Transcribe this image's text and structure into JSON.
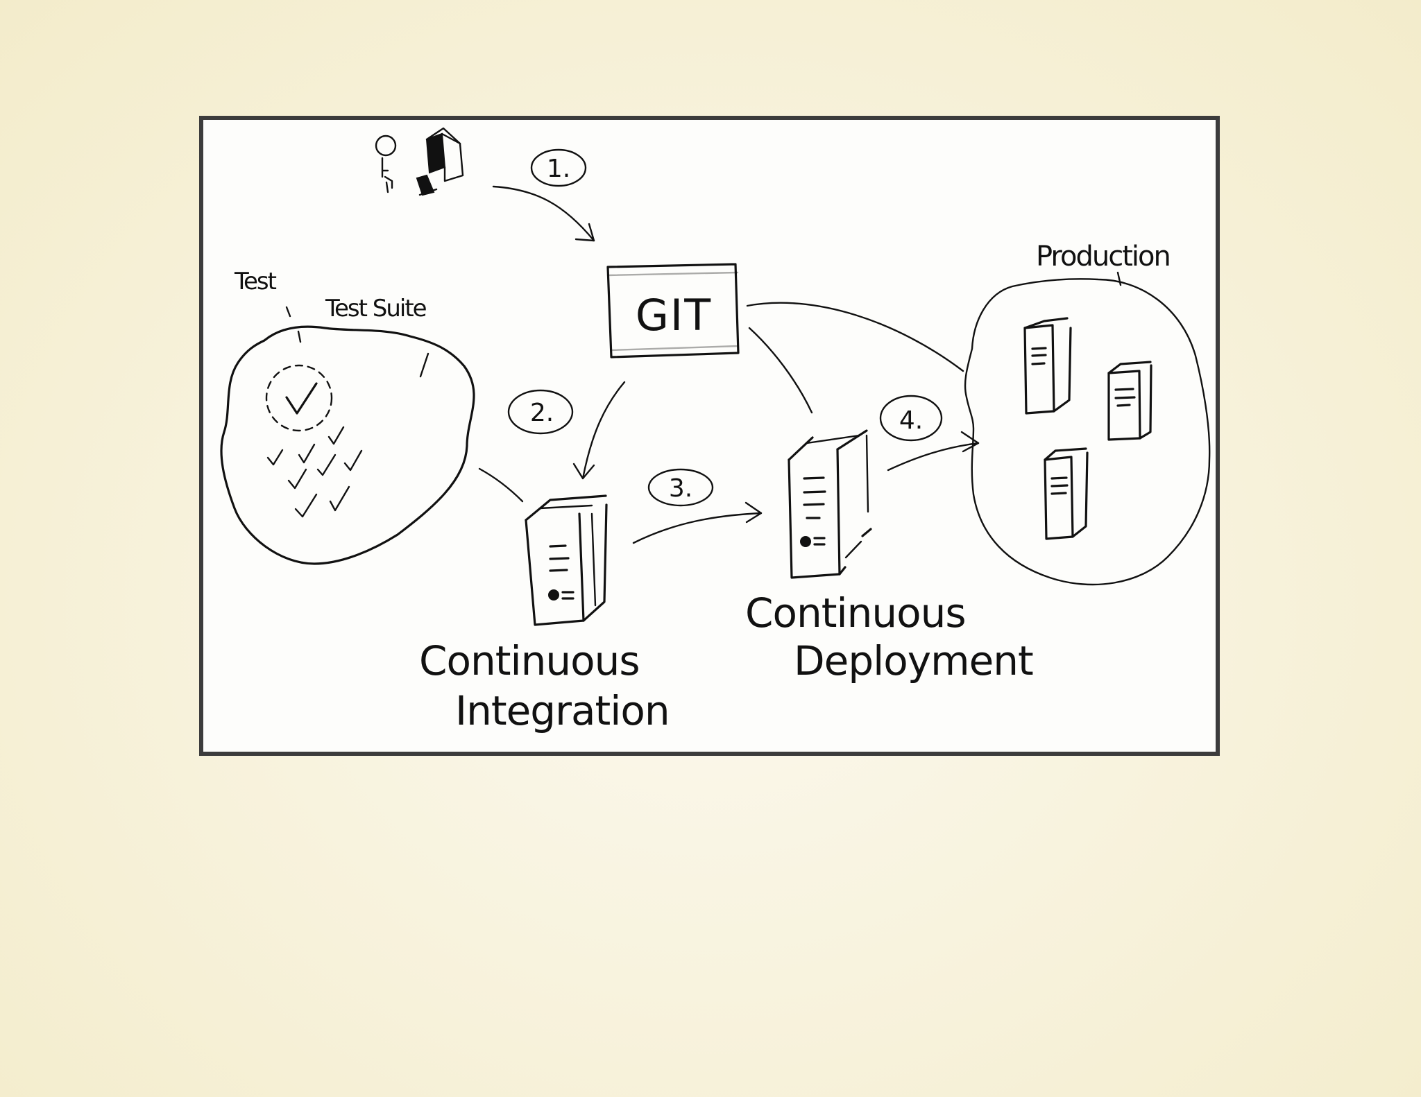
{
  "diagram": {
    "labels": {
      "test": "Test",
      "test_suite": "Test Suite",
      "git": "GIT",
      "production": "Production",
      "ci_line1": "Continuous",
      "ci_line2": "Integration",
      "cd_line1": "Continuous",
      "cd_line2": "Deployment"
    },
    "steps": [
      {
        "label": "1."
      },
      {
        "label": "2."
      },
      {
        "label": "3."
      },
      {
        "label": "4."
      }
    ],
    "icons": [
      "developer-icon",
      "laptop-icon",
      "package-icon",
      "server-icon",
      "checkmark-icon"
    ]
  }
}
